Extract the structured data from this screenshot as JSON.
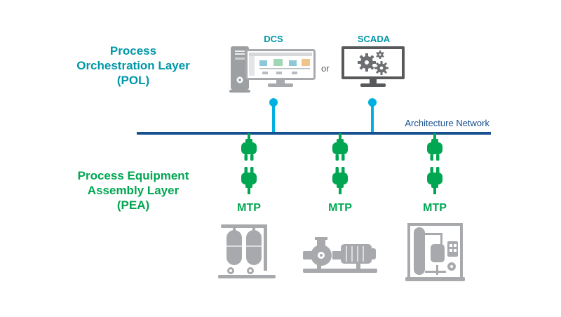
{
  "colors": {
    "teal_text": "#0098a8",
    "cyan_connector": "#00b0e0",
    "green": "#00a651",
    "navy_network": "#16508e",
    "equipment_gray": "#a7a9ac",
    "dark_gray": "#58595b"
  },
  "pol": {
    "line1": "Process",
    "line2": "Orchestration Layer",
    "line3": "(POL)"
  },
  "pea": {
    "line1": "Process Equipment",
    "line2": "Assembly Layer",
    "line3": "(PEA)"
  },
  "labels": {
    "dcs": "DCS",
    "scada": "SCADA",
    "or": "or",
    "network": "Architecture Network"
  },
  "mtp": [
    "MTP",
    "MTP",
    "MTP"
  ],
  "icons": {
    "dcs": "workstation-with-process-screen",
    "scada": "monitor-with-gears",
    "connector": "green-plug-pair",
    "equipment_1": "twin-tanks",
    "equipment_2": "pump-motor",
    "equipment_3": "process-skid"
  }
}
